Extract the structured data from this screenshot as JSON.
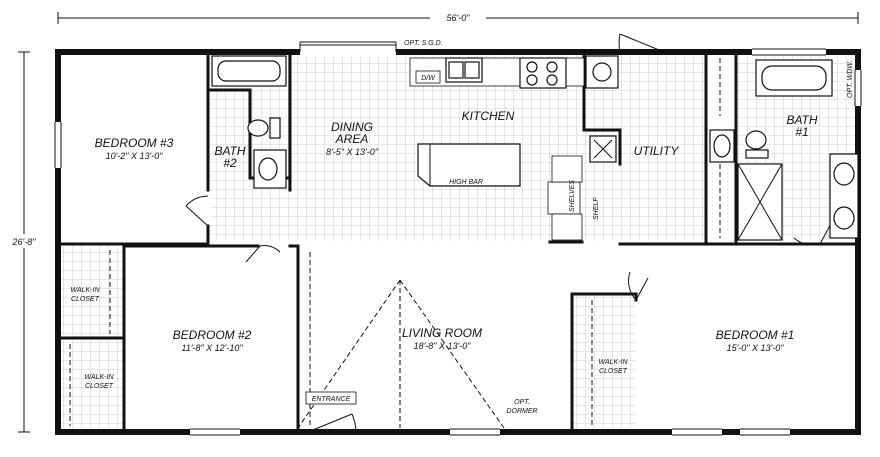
{
  "dimensions": {
    "overall_width": "56'-0\"",
    "overall_depth": "26'-8\""
  },
  "rooms": {
    "bedroom3": {
      "name": "BEDROOM #3",
      "size": "10'-2\" X 13'-0\""
    },
    "bath2": {
      "name_line1": "BATH",
      "name_line2": "#2"
    },
    "dining": {
      "name_line1": "DINING",
      "name_line2": "AREA",
      "size": "8'-5\" X 13'-0\""
    },
    "kitchen": {
      "name": "KITCHEN"
    },
    "utility": {
      "name": "UTILITY"
    },
    "bath1": {
      "name_line1": "BATH",
      "name_line2": "#1"
    },
    "bedroom2": {
      "name": "BEDROOM #2",
      "size": "11'-8\" X 12'-10\""
    },
    "living": {
      "name": "LIVING ROOM",
      "size": "18'-8\" X 13'-0\""
    },
    "bedroom1": {
      "name": "BEDROOM #1",
      "size": "15'-0\" X 13'-0\""
    }
  },
  "closets": {
    "walkin_upper": {
      "line1": "WALK-IN",
      "line2": "CLOSET"
    },
    "walkin_lower": {
      "line1": "WALK-IN",
      "line2": "CLOSET"
    },
    "walkin_bed1": {
      "line1": "WALK-IN",
      "line2": "CLOSET"
    }
  },
  "callouts": {
    "opt_sgd": "OPT. S.G.D.",
    "dw": "D/W",
    "high_bar": "HIGH BAR",
    "shelves": "SHELVES",
    "shelf": "SHELF",
    "opt_wdw": "OPT. WDW.",
    "entrance": "ENTRANCE",
    "opt_dormer_line1": "OPT.",
    "opt_dormer_line2": "DORMER"
  }
}
